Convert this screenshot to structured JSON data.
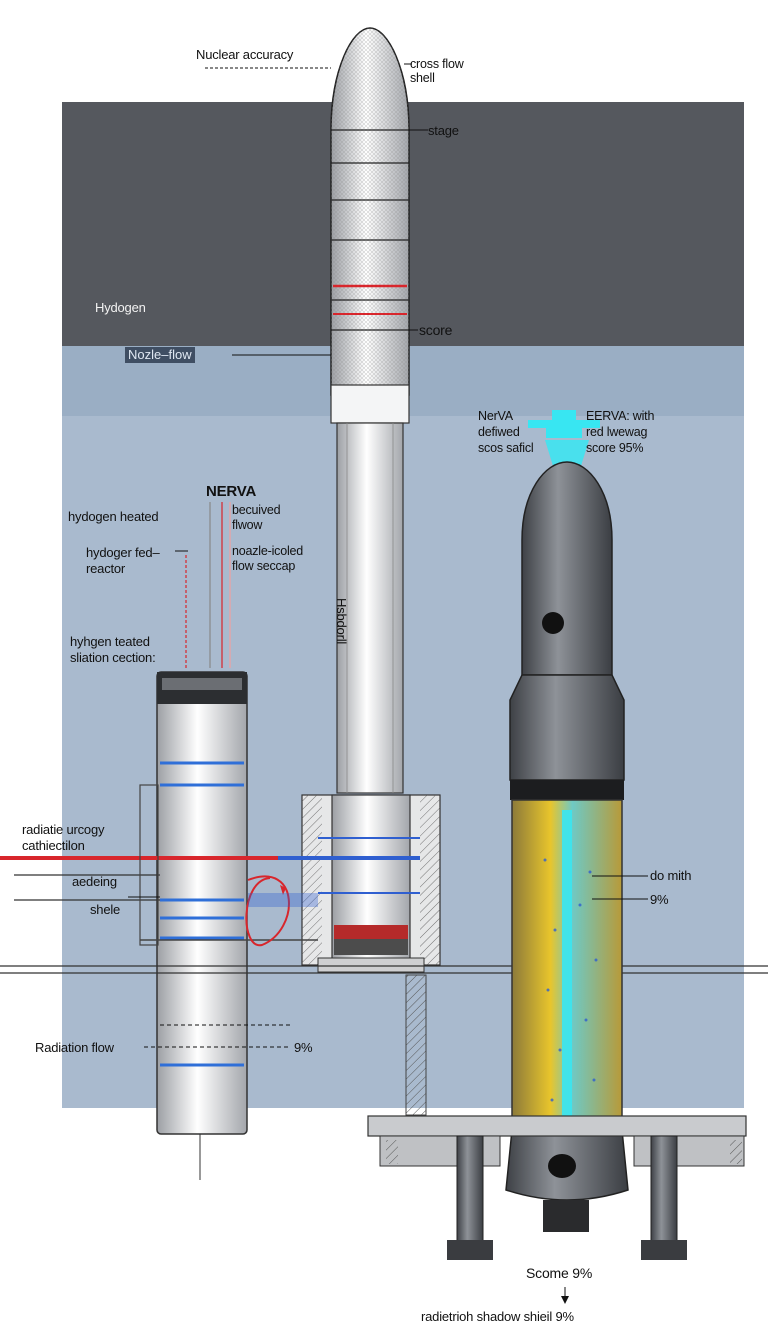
{
  "labels": {
    "nuclear_accuracy": "Nuclear accuracy",
    "cross_flow_shell": "cross flow\nshell",
    "stage": "stage",
    "hydrogen": "Hydogen",
    "score": "score",
    "nozzle_flow": "Nozle–flow",
    "nerva_left": "NERVA",
    "hydrogen_heated": "hydogen heated",
    "received_flow": "becuived\nflwow",
    "hydrogen_fed_reactor": "hydoger fed–\nreactor",
    "nozzle_cooled": "noazle-icoled\nflow seccap",
    "hydrogen_treated": "hyhgen teated\nsliation cection:",
    "radiation_energy": "radiatie urcogy\ncathiectilon",
    "shielding": "aedeing",
    "shield": "shele",
    "radiation_flow": "Radiation flow",
    "radiation_flow_pct": "9%",
    "vertical_text": "Hsbdorll",
    "nerva_right_left": "NerVA\ndefiwed\nscos saficl",
    "nerva_right_right": "EERVA: with\nred lwewag\nscore 95%",
    "do_mith": "do mith",
    "pct_9": "9%",
    "score_bottom": "Scome 9%",
    "shadow_shield": "radietrioh shadow shieil 9%"
  },
  "colors": {
    "dark_panel": "#55585e",
    "light_panel": "#a9bace",
    "accent_red": "#d8262c",
    "accent_blue": "#2f5fd0",
    "cyan_glow": "#38e6f2",
    "fuel_yellow": "#d9b52a"
  }
}
